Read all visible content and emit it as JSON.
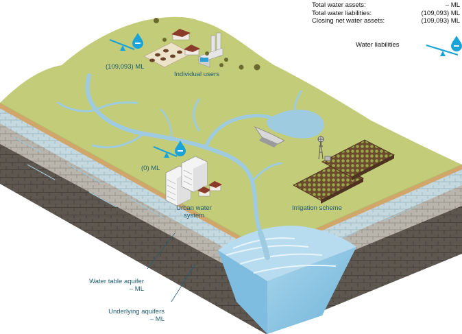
{
  "summary": {
    "rows": [
      {
        "label": "Total water assets:",
        "value": "– ML"
      },
      {
        "label": "Total water liabilities:",
        "value": "(109,093) ML"
      },
      {
        "label": "Closing net water assets:",
        "value": "(109,093) ML"
      }
    ]
  },
  "legend": {
    "label": "Water liabilities"
  },
  "individual_users": {
    "label": "Individual users",
    "value": "(109,093) ML"
  },
  "urban": {
    "line1": "Urban water",
    "line2": "system",
    "value": "(0) ML"
  },
  "irrigation": {
    "label": "Irrigation scheme"
  },
  "water_table_aquifer": {
    "label": "Water table aquifer",
    "value": "– ML"
  },
  "underlying_aquifers": {
    "label": "Underlying aquifers",
    "value": "– ML"
  },
  "colors": {
    "land": "#c3cc78",
    "river": "#9fcbe0",
    "sea": "#8cc4e0",
    "accent": "#1aa3d9"
  },
  "icons": [
    "water-drop-minus-icon",
    "balance-scale-icon",
    "cow-icon",
    "factory-icon",
    "house-icon",
    "windmill-icon",
    "dam-icon",
    "tree-icon",
    "building-icon"
  ]
}
